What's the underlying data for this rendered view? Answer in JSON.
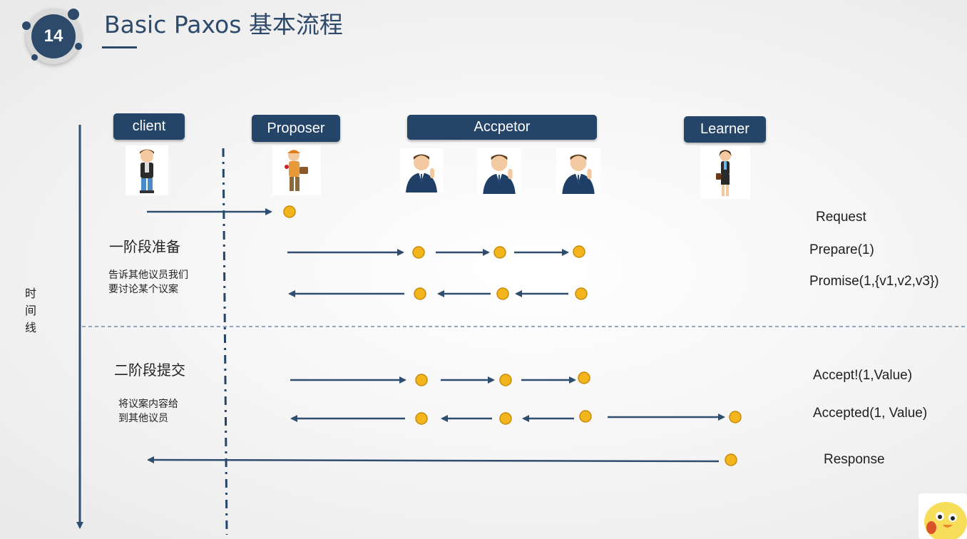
{
  "slide": {
    "number": "14",
    "title": "Basic Paxos 基本流程"
  },
  "roles": {
    "client": "client",
    "proposer": "Proposer",
    "acceptor": "Accpetor",
    "learner": "Learner"
  },
  "timeline_label": [
    "时",
    "间",
    "线"
  ],
  "phases": {
    "prepare_title": "一阶段准备",
    "prepare_note": [
      "告诉其他议员我们",
      "要讨论某个议案"
    ],
    "commit_title": "二阶段提交",
    "commit_note": [
      "将议案内容给",
      "到其他议员"
    ]
  },
  "messages": {
    "request": "Request",
    "prepare": "Prepare(1)",
    "promise": "Promise(1,{v1,v2,v3})",
    "accept": "Accept!(1,Value)",
    "accepted": "Accepted(1, Value)",
    "response": "Response"
  },
  "colors": {
    "navy": "#244567",
    "arrow": "#2f4d6e",
    "node": "#f2b51b",
    "divider": "#6d8fb0"
  },
  "icons": [
    "client-avatar-icon",
    "proposer-avatar-icon",
    "acceptor-avatar-icon",
    "learner-avatar-icon",
    "mascot-icon"
  ]
}
